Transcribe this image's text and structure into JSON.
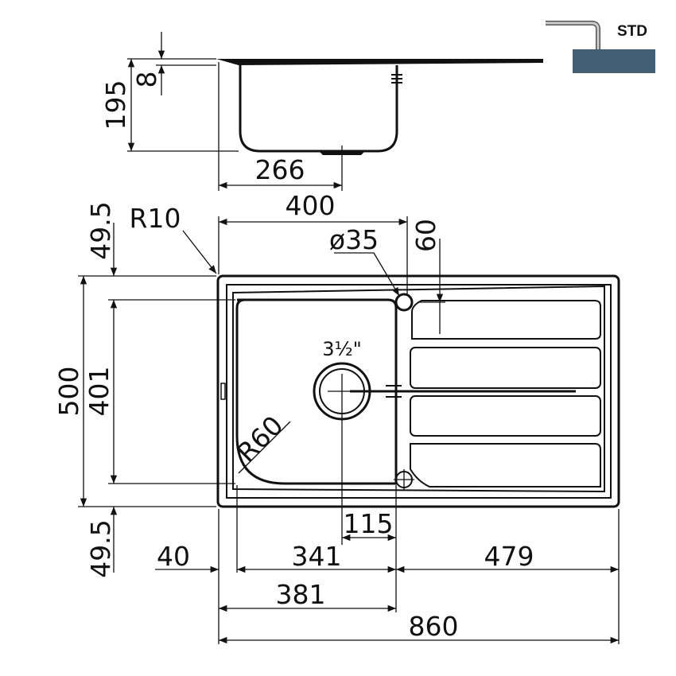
{
  "badge": {
    "label": "STD",
    "color": "#445f73"
  },
  "section_view": {
    "height_total": "195",
    "deck_thickness": "8",
    "bowl_offset": "266"
  },
  "plan_view": {
    "bowl_width_top": "400",
    "edge_top": "49.5",
    "corner_radius": "R10",
    "tap_hole": "ø35",
    "tap_offset": "60",
    "overall_depth": "500",
    "bowl_depth": "401",
    "drain_size": "3½\"",
    "bowl_radius": "R60",
    "drain_offset": "115",
    "edge_bottom": "49.5",
    "left_margin": "40",
    "bowl_width": "341",
    "drainer_width": "479",
    "bowl_total": "381",
    "overall_width": "860"
  }
}
